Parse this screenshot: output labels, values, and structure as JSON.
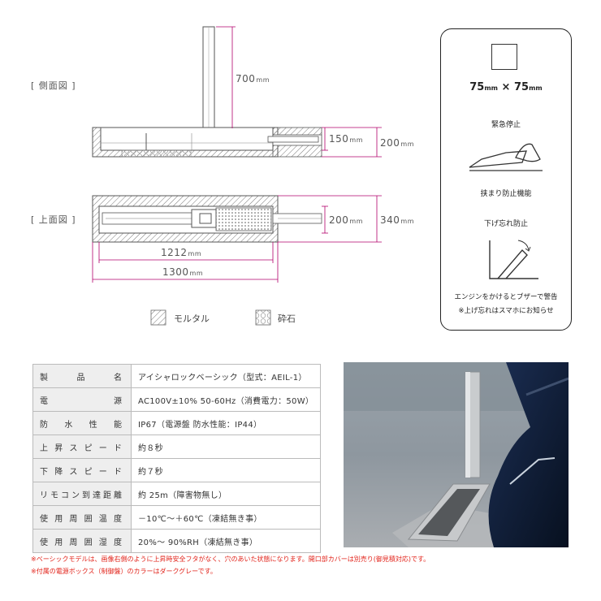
{
  "diagram": {
    "side_view_label": "[ 側面図 ]",
    "top_view_label": "[ 上面図 ]",
    "post_height": {
      "value": "700",
      "unit": "mm"
    },
    "side_depth_inner": {
      "value": "150",
      "unit": "mm"
    },
    "side_depth_outer": {
      "value": "200",
      "unit": "mm"
    },
    "top_width_inner": {
      "value": "200",
      "unit": "mm"
    },
    "top_width_outer": {
      "value": "340",
      "unit": "mm"
    },
    "length_inner": {
      "value": "1212",
      "unit": "mm"
    },
    "length_outer": {
      "value": "1300",
      "unit": "mm"
    },
    "legend": [
      {
        "label": "モルタル",
        "icon": "hatch-icon"
      },
      {
        "label": "砕石",
        "icon": "gravel-icon"
      }
    ]
  },
  "features": {
    "size": {
      "a": "75",
      "b": "75",
      "unit": "mm",
      "sep": "×"
    },
    "emergency_stop": "緊急停止",
    "anti_pinch": "挟まり防止機能",
    "forget_lower": "下げ忘れ防止",
    "buzzer": "エンジンをかけるとブザーで警告",
    "notify": "※上げ忘れはスマホにお知らせ"
  },
  "specs": [
    {
      "key": "製品名",
      "value": "アイシャロックベーシック（型式：AEIL-1）"
    },
    {
      "key": "電源",
      "value": "AC100V±10% 50-60Hz（消費電力：50W）"
    },
    {
      "key": "防水性能",
      "value": "IP67（電源盤 防水性能：IP44）"
    },
    {
      "key": "上昇スピード",
      "value": "約８秒"
    },
    {
      "key": "下降スピード",
      "value": "約７秒"
    },
    {
      "key": "リモコン到達距離",
      "value": "約 25m（障害物無し）"
    },
    {
      "key": "使用周囲温度",
      "value": "－10℃～＋60℃（凍結無き事）"
    },
    {
      "key": "使用周囲湿度",
      "value": "20%～ 90%RH（凍結無き事）"
    }
  ],
  "notes": [
    "※ベーシックモデルは、画像右側のように上昇時安全フタがなく、穴のあいた状態になります。開口部カバーは別売り(御見積対応)です。",
    "※付属の電源ボックス（制御盤）のカラーはダークグレーです。"
  ],
  "colors": {
    "dim_line": "#b3006b",
    "note_red": "#e2231a",
    "table_key_bg": "#eeeeee"
  }
}
